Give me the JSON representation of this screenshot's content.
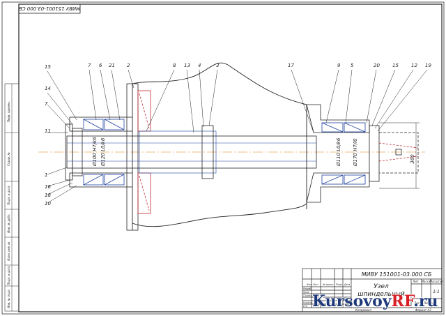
{
  "drawing": {
    "designation": "МИВУ 151001-03.000 СБ",
    "designation_rotated": "МИВУ 151001-03.000 СБ",
    "part_labels": [
      "15",
      "14",
      "7",
      "11",
      "1",
      "16",
      "18",
      "10",
      "7",
      "6",
      "21",
      "2",
      "8",
      "13",
      "4",
      "3",
      "17",
      "9",
      "5",
      "20",
      "15",
      "12",
      "19"
    ],
    "dim_labels": {
      "left_a": "Ø100 H7/k6",
      "left_b": "Ø120 L0/k6",
      "right_a": "Ø110 L0/k6",
      "right_b": "Ø170 H7/l0",
      "height": "360"
    },
    "left_strip": [
      "Перв. примен.",
      "Справ. №",
      "Подп. и дата",
      "Инв. № дубл.",
      "Взам. инв. №",
      "Подп. и дата",
      "Инв. № подл."
    ],
    "title_block": {
      "designation": "МИВУ 151001-03.000 СБ",
      "name_line1": "Узел",
      "name_line2": "шпиндельный",
      "col_lit": "Лит.",
      "col_mass": "Масса",
      "col_scale": "Масштаб",
      "scale": "1:1",
      "col_headers": [
        "Изм.",
        "Лист",
        "№ докум.",
        "Подп.",
        "Дата"
      ],
      "rows": [
        "Разраб.",
        "Пров.",
        "Т.контр.",
        "Н.контр.",
        "Утв."
      ],
      "sheet": "Лист",
      "sheets": "Листов 1",
      "copied": "Копировал",
      "format": "Формат A3"
    }
  },
  "watermark": {
    "part1": "Kursovoy",
    "part2": "RF",
    "part3": ".ru"
  }
}
